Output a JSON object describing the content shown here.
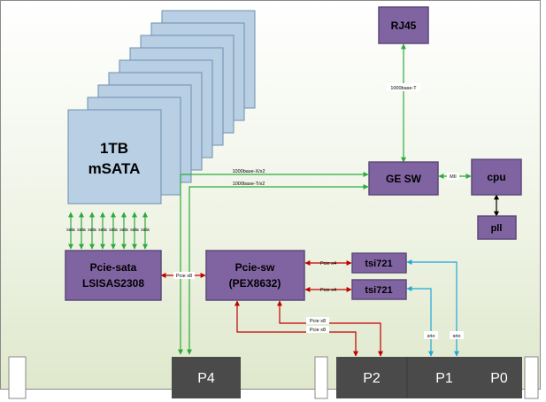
{
  "blocks": {
    "mSATA": {
      "line1": "1TB",
      "line2": "mSATA"
    },
    "rj45": "RJ45",
    "gesw": "GE SW",
    "cpu": "cpu",
    "pll": "pll",
    "pciesata": {
      "line1": "Pcie-sata",
      "line2": "LSISAS2308"
    },
    "pciesw": {
      "line1": "Pcie-sw",
      "line2": "(PEX8632)"
    },
    "tsi_top": "tsi721",
    "tsi_bottom": "tsi721"
  },
  "connectors": {
    "p4": "P4",
    "p2": "P2",
    "p1": "P1",
    "p0": "P0"
  },
  "links": {
    "rj45_gesw": "1000base-T",
    "mii": "MII",
    "top_eth": "1000base-X/x2",
    "bottom_eth": "1000base-T/x2",
    "sata_lane": "sata",
    "pcie_x8_left": "Pcie x8",
    "pcie_x4_top": "Pcie x4",
    "pcie_x4_bottom": "Pcie x4",
    "pcie_x8_a": "Pcie x8",
    "pcie_x8_b": "Pcie x8",
    "srio_left": "srio",
    "srio_right": "srio"
  },
  "colors": {
    "block_fill": "#8064a2",
    "block_stroke": "#5c4a78",
    "msata_fill": "#b8cfe4",
    "connector_fill": "#4a4a4a",
    "green": "#2eaa3c",
    "red": "#c00000",
    "blue": "#22a6d8"
  }
}
